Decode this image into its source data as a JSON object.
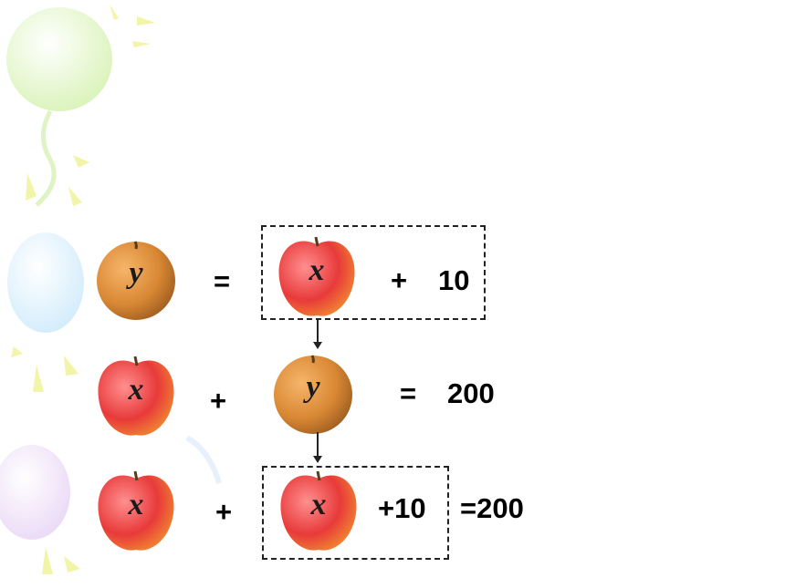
{
  "row1": {
    "fruit1_var": "y",
    "equals": "=",
    "fruit2_var": "x",
    "plus": "+",
    "number": "10"
  },
  "row2": {
    "fruit1_var": "x",
    "plus": "+",
    "fruit2_var": "y",
    "equals": "=",
    "number": "200"
  },
  "row3": {
    "fruit1_var": "x",
    "plus": "+",
    "fruit2_var": "x",
    "plus_ten": "+10",
    "equals_total": "=200"
  },
  "colors": {
    "apple": "#e83a3a",
    "pear": "#c8742c",
    "dash": "#222222"
  },
  "icons": {
    "apple": "apple-icon",
    "pear": "pear-icon"
  }
}
